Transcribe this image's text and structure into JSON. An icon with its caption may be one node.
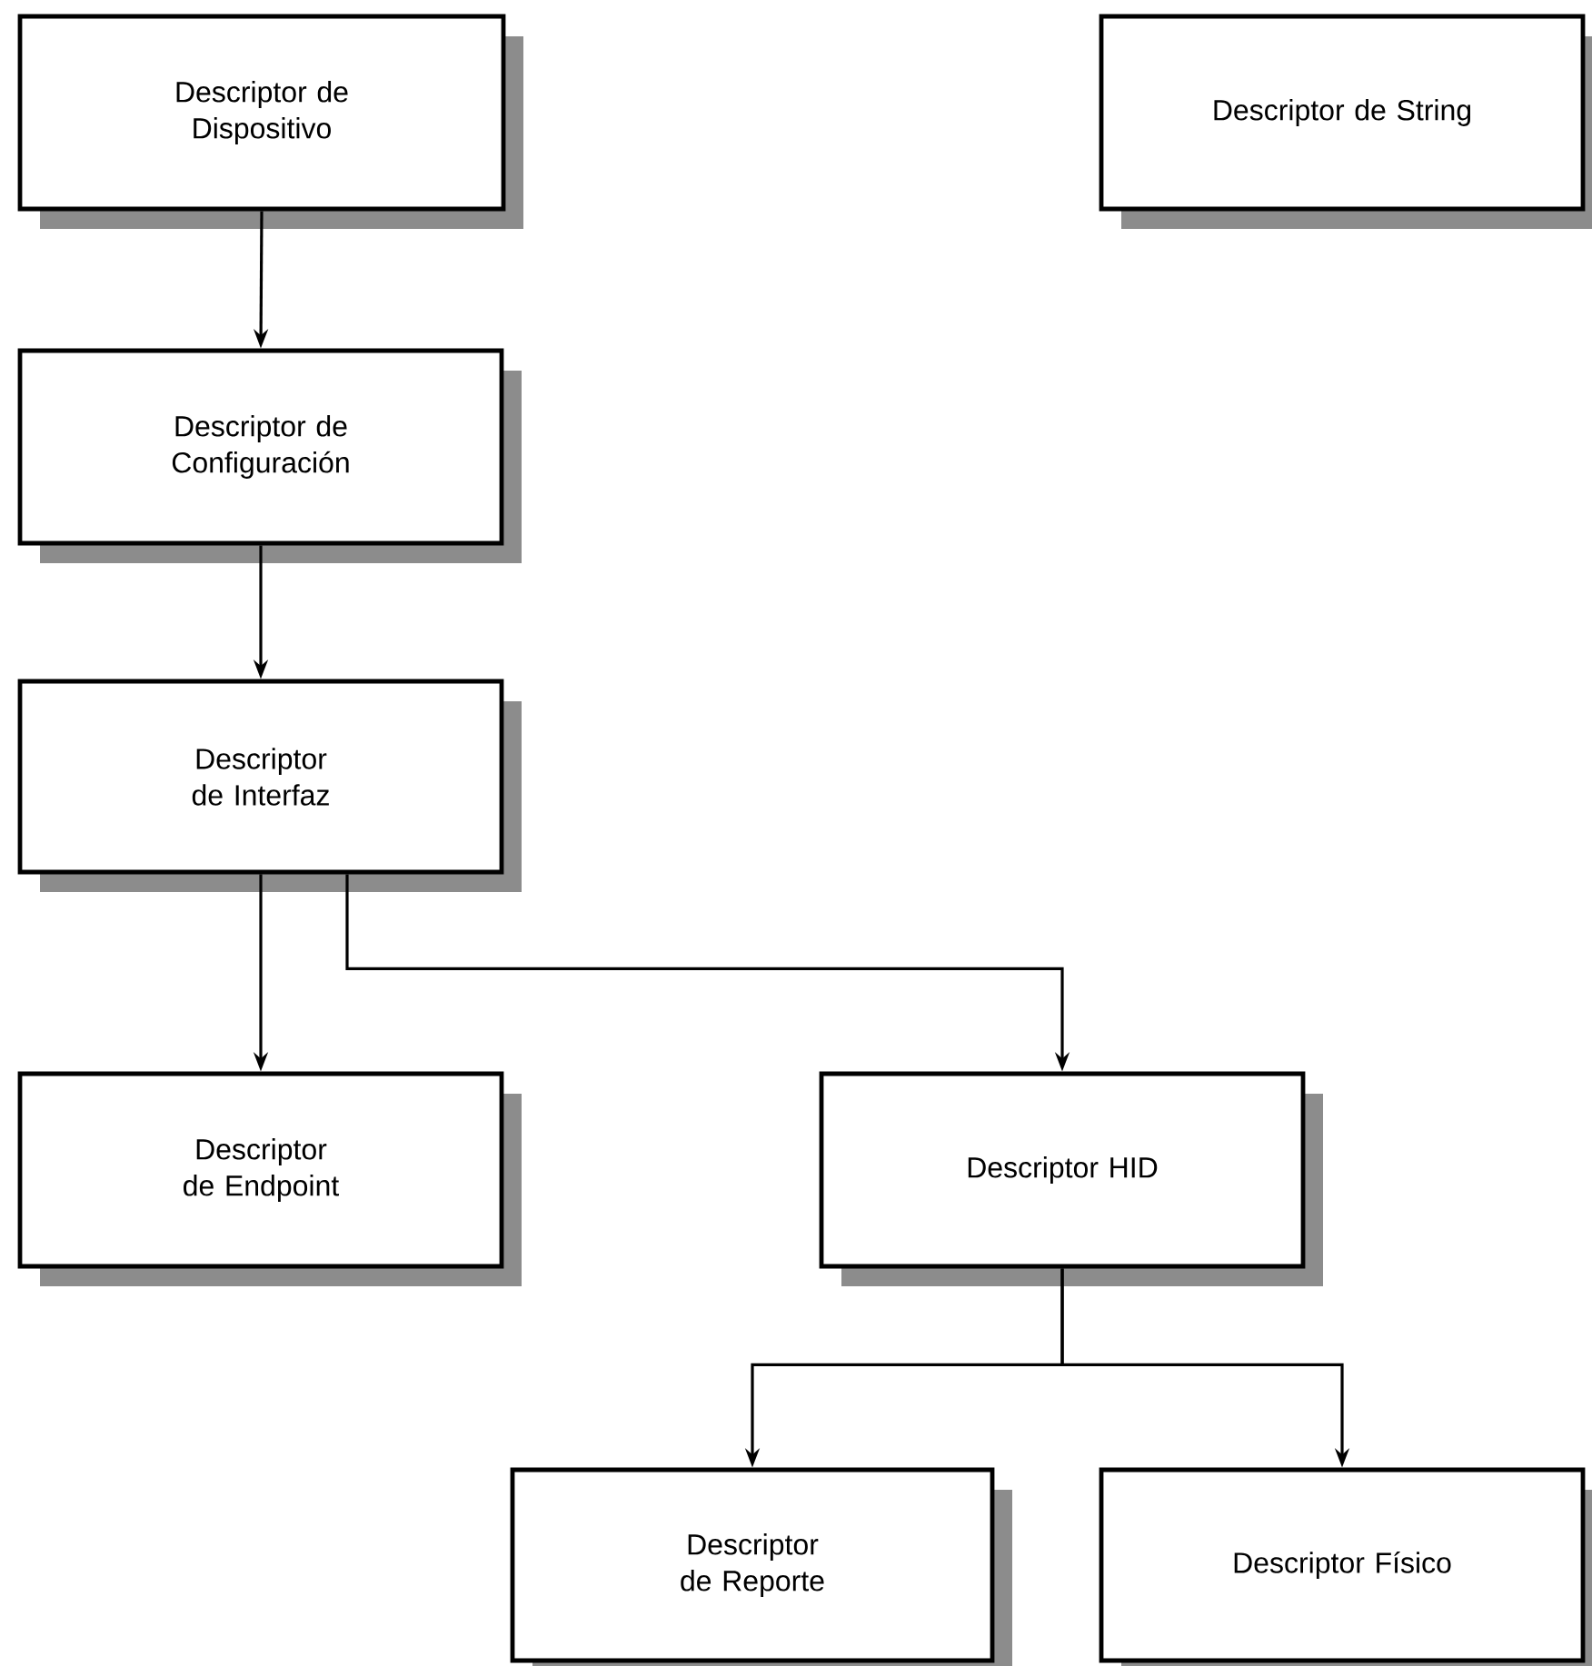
{
  "diagram": {
    "nodes": [
      {
        "text": [
          "Descriptor de Dispositivo"
        ]
      },
      {
        "text": [
          "Descriptor de String"
        ]
      },
      {
        "text": [
          "Descriptor de Configuración"
        ]
      },
      {
        "text": [
          "Descriptor de Interfaz"
        ]
      },
      {
        "text": [
          "Descriptor de Endpoint"
        ]
      },
      {
        "text": [
          "Descriptor HID"
        ]
      },
      {
        "text": [
          "Descriptor de Reporte"
        ]
      },
      {
        "text": [
          "Descriptor Físico"
        ]
      }
    ],
    "edges": [
      {
        "from": 0,
        "to": 2,
        "arrow": "to"
      },
      {
        "from": 2,
        "to": 3,
        "arrow": "to"
      },
      {
        "from": 3,
        "to": 4,
        "arrow": "to"
      },
      {
        "from": 3,
        "to": 5,
        "arrow": "to"
      },
      {
        "from": 5,
        "to": 6,
        "arrow": "to"
      },
      {
        "from": 5,
        "to": 7,
        "arrow": "to"
      }
    ]
  }
}
